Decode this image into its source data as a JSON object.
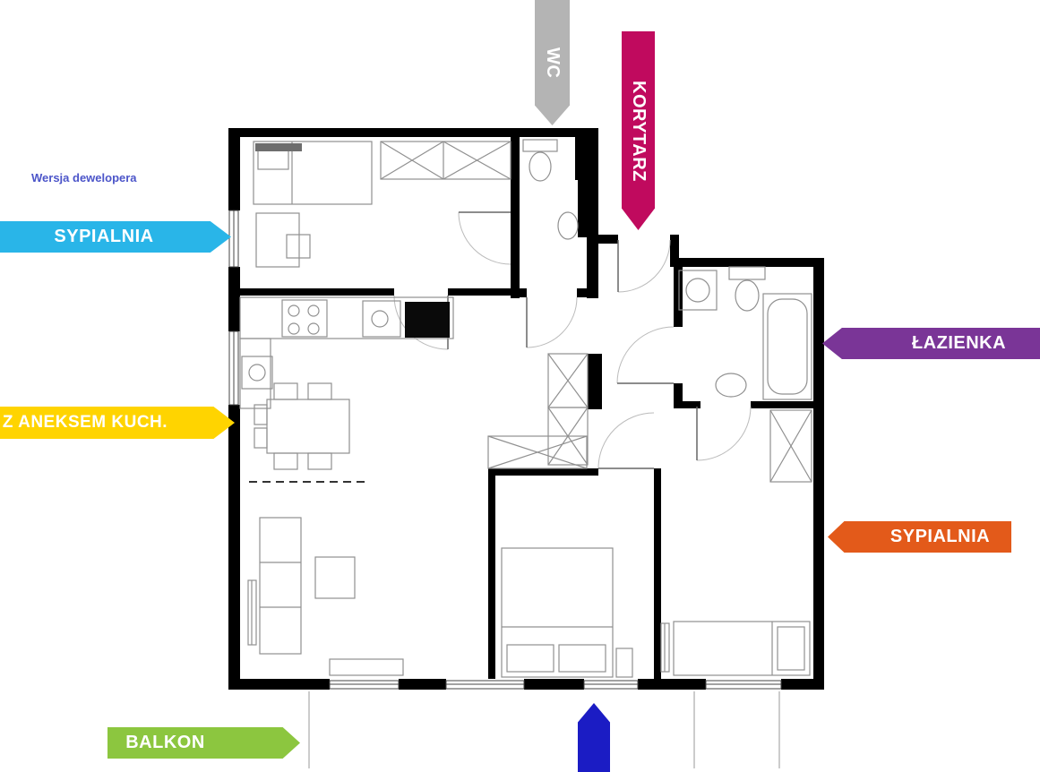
{
  "header": {
    "version_note": "Wersja dewelopera",
    "version_note_color": "#4c55c9"
  },
  "labels": {
    "wc": {
      "text": "WC",
      "color": "#b4b4b4",
      "direction": "down"
    },
    "korytarz": {
      "text": "KORYTARZ",
      "color": "#c00a5e",
      "direction": "down"
    },
    "sypialnia_left": {
      "text": "SYPIALNIA",
      "color": "#29b5e8",
      "direction": "right"
    },
    "aneks": {
      "text": "Z ANEKSEM KUCH.",
      "color": "#ffd400",
      "direction": "right"
    },
    "lazienka": {
      "text": "ŁAZIENKA",
      "color": "#7a3597",
      "direction": "left"
    },
    "sypialnia_right": {
      "text": "SYPIALNIA",
      "color": "#e35a1a",
      "direction": "left"
    },
    "balkon": {
      "text": "BALKON",
      "color": "#8cc63f",
      "direction": "right"
    },
    "entrance_arrow": {
      "text": "",
      "color": "#1b1cc4",
      "direction": "down"
    }
  }
}
